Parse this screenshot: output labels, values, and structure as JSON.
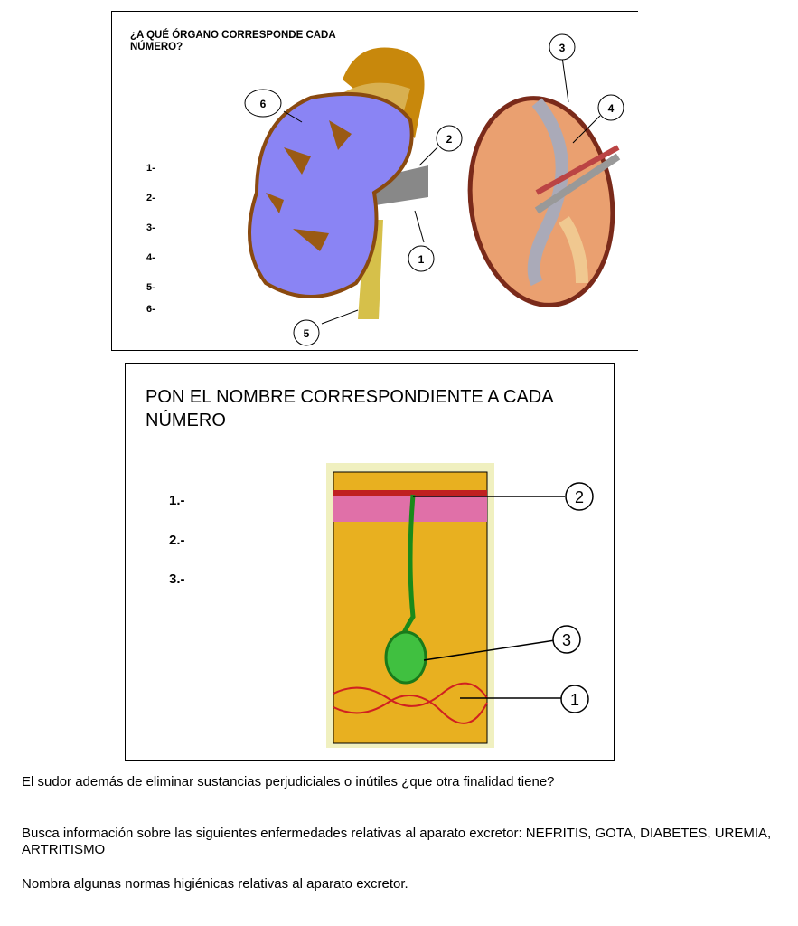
{
  "kidney_exercise": {
    "title": "¿A QUÉ ÓRGANO CORRESPONDE CADA NÚMERO?",
    "answer_lines": [
      "1-",
      "2-",
      "3-",
      "4-",
      "5-",
      "6-"
    ],
    "callouts": [
      "1",
      "2",
      "3",
      "4",
      "5",
      "6"
    ]
  },
  "skin_exercise": {
    "title": "PON EL NOMBRE CORRESPONDIENTE A CADA NÚMERO",
    "answer_lines": [
      "1.-",
      "2.-",
      "3.-"
    ],
    "callouts": [
      "1",
      "2",
      "3"
    ]
  },
  "questions": [
    "El sudor además de eliminar sustancias perjudiciales o inútiles ¿que otra finalidad tiene?",
    "Busca información sobre las siguientes enfermedades relativas al aparato excretor: NEFRITIS, GOTA, DIABETES, UREMIA, ARTRITISMO",
    "Nombra algunas normas higiénicas relativas al aparato excretor."
  ]
}
